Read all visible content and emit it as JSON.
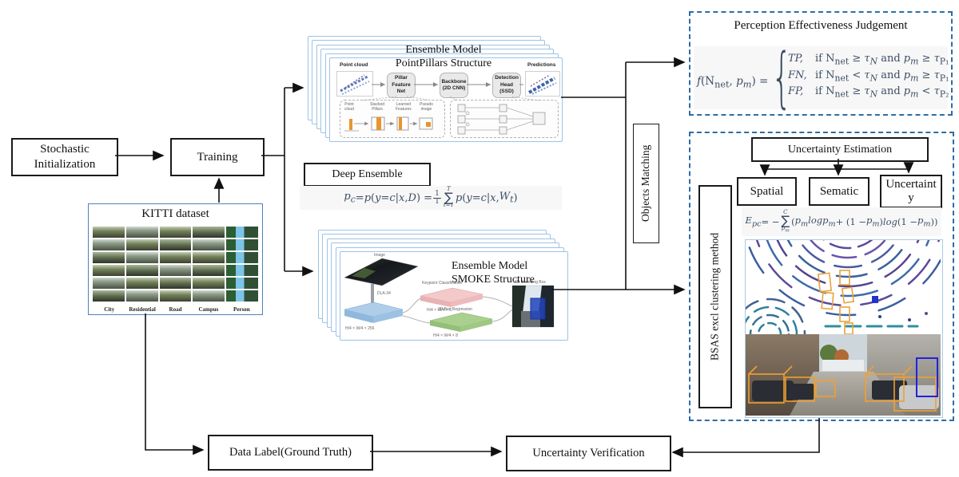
{
  "colors": {
    "dash_blue": "#2e6da4",
    "panel_blue": "#9dc3e6",
    "kitti_border": "#4f81bd",
    "formula_ink": "#3d4e66",
    "accent_orange": "#e8a33d"
  },
  "left": {
    "stochastic_init": "Stochastic Initialization",
    "training": "Training",
    "kitti": {
      "title": "KITTI dataset",
      "categories": [
        "City",
        "Residential",
        "Road",
        "Campus",
        "Person"
      ]
    }
  },
  "pointpillars": {
    "title1": "Ensemble Model",
    "title2": "PointPillars Structure",
    "input_label": "Point cloud",
    "output_label": "Predictions",
    "stages": [
      [
        "Pillar",
        "Feature Net"
      ],
      [
        "Backbone",
        "(2D CNN)"
      ],
      [
        "Detection",
        "Head (SSD)"
      ]
    ],
    "sub_items": [
      [
        "Point",
        "cloud"
      ],
      [
        "Stacked",
        "Pillars"
      ],
      [
        "Learned",
        "Features"
      ],
      [
        "Pseudo",
        "image"
      ]
    ]
  },
  "deep_ensemble": {
    "label": "Deep Ensemble",
    "formula_html": "<i>p<sub>c</sub></i> = <i>p</i>(<i>y</i> = <i>c</i>|<i>x</i>, <i>D</i>) = <span class='frac'><span class='top'>1</span><span>T</span></span><span class='bigsum'><span class='lim'>T</span><span class='sig'>∑</span><span class='lim'>t=1</span></span> <i>p</i>(<i>y</i> = <i>c</i>|<i>x</i>, <i>W<sub>t</sub></i>)"
  },
  "smoke": {
    "title1": "Ensemble Model",
    "title2": "SMOKE Structure",
    "image_label": "Image",
    "backbone_label": "DLA-34",
    "feat_dim": "H/4 × W/4 × 256",
    "cls_title": "Keypoint Classification",
    "cls_dim": "H/4 × W/4 × C",
    "reg_title": "3D Box Regression",
    "reg_dim": "H/4 × W/4 × 8",
    "output_label": "3D Bounding Box"
  },
  "objects_matching": "Objects Matching",
  "perception": {
    "title": "Perception Effectiveness Judgement",
    "lhs_html": "<i>f</i>(N<sub>net</sub>, <i>p<sub>m</sub></i>) =",
    "rows": [
      {
        "val": "TP,",
        "cond_html": "if N<sub>net</sub> ≥ <i>τ<sub>N</sub></i> and <i>p<sub>m</sub></i> ≥ <i>τ</i><sub>P₁</sub>"
      },
      {
        "val": "FN,",
        "cond_html": "if N<sub>net</sub> &lt; <i>τ<sub>N</sub></i> and <i>p<sub>m</sub></i> ≥ <i>τ</i><sub>P₁</sub>"
      },
      {
        "val": "FP,",
        "cond_html": "if N<sub>net</sub> ≥ <i>τ<sub>N</sub></i> and <i>p<sub>m</sub></i> &lt; <i>τ</i><sub>P₂</sub>"
      }
    ]
  },
  "uncertainty": {
    "title": "Uncertainty Estimation",
    "branches": [
      "Spatial",
      "Sematic",
      "Uncertainty"
    ],
    "entropy_html": "<i>E<sub>pc</sub></i> = −<span class='bigsum'><span class='lim'>C</span><span class='sig'>∑</span><span class='lim'><i>p<sub>m</sub></i></span></span>(<i>p<sub>m</sub>logp<sub>m</sub></i> + (1 − <i>p<sub>m</sub></i>)<i>log</i>(1 − <i>p<sub>m</sub></i>))",
    "bsas": "BSAS excl clustering method"
  },
  "bottom": {
    "data_label": "Data Label(Ground Truth)",
    "verification": "Uncertainty Verification"
  }
}
